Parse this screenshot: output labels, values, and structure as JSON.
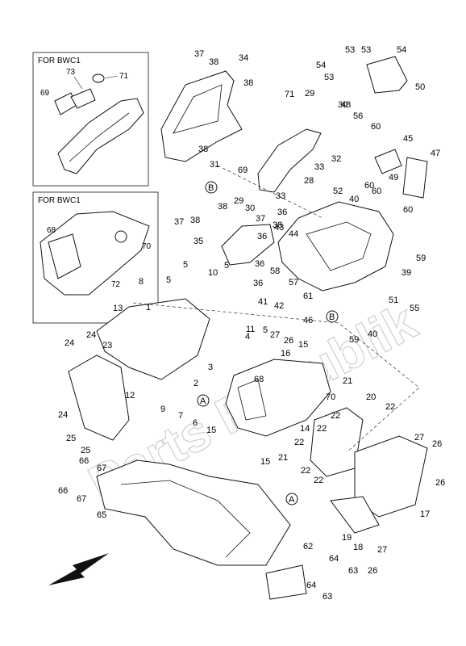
{
  "insets": [
    {
      "title": "FOR BWC1",
      "labels": [
        "73",
        "71",
        "69"
      ]
    },
    {
      "title": "FOR BWC1",
      "labels": [
        "68",
        "70",
        "72"
      ]
    }
  ],
  "watermark": "Parts Republik",
  "callouts": [
    "A",
    "B"
  ],
  "part_numbers": [
    "37",
    "38",
    "34",
    "38",
    "71",
    "29",
    "30",
    "48",
    "53",
    "53",
    "54",
    "54",
    "53",
    "50",
    "56",
    "60",
    "45",
    "47",
    "49",
    "60",
    "40",
    "52",
    "60",
    "60",
    "37",
    "38",
    "31",
    "38",
    "69",
    "33",
    "32",
    "28",
    "38",
    "29",
    "33",
    "30",
    "36",
    "37",
    "38",
    "43",
    "44",
    "35",
    "36",
    "36",
    "58",
    "39",
    "59",
    "57",
    "36",
    "42",
    "61",
    "51",
    "55",
    "46",
    "59",
    "40",
    "5",
    "8",
    "5",
    "10",
    "1",
    "13",
    "41",
    "11",
    "5",
    "5",
    "4",
    "27",
    "26",
    "16",
    "15",
    "24",
    "24",
    "23",
    "12",
    "3",
    "2",
    "6",
    "7",
    "9",
    "68",
    "21",
    "70",
    "20",
    "22",
    "22",
    "22",
    "14",
    "15",
    "22",
    "15",
    "21",
    "22",
    "22",
    "66",
    "67",
    "25",
    "24",
    "25",
    "66",
    "67",
    "65",
    "27",
    "26",
    "26",
    "17",
    "19",
    "18",
    "27",
    "26",
    "62",
    "64",
    "63",
    "64",
    "63"
  ]
}
